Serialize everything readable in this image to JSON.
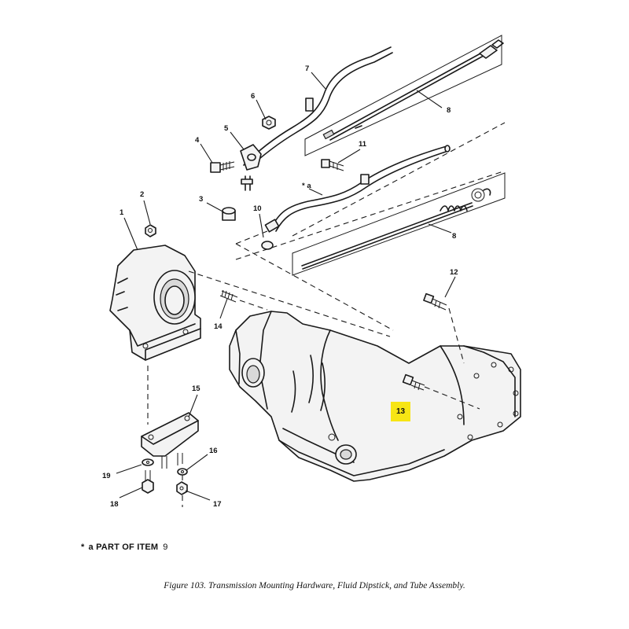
{
  "callouts": {
    "c1": "1",
    "c2": "2",
    "c3": "3",
    "c4": "4",
    "c5": "5",
    "c6": "6",
    "c7": "7",
    "c8a": "8",
    "c8b": "8",
    "c10": "10",
    "c11": "11",
    "c12": "12",
    "c13": "13",
    "c14": "14",
    "c15": "15",
    "c16": "16",
    "c17": "17",
    "c18": "18",
    "c19": "19",
    "star_a": "* a"
  },
  "legend": {
    "star": "*",
    "letter": "a",
    "text": "PART OF ITEM",
    "item": "9"
  },
  "caption": "Figure 103.  Transmission Mounting Hardware, Fluid Dipstick, and Tube Assembly.",
  "highlight": {
    "color": "#f7e514",
    "target": "13"
  }
}
